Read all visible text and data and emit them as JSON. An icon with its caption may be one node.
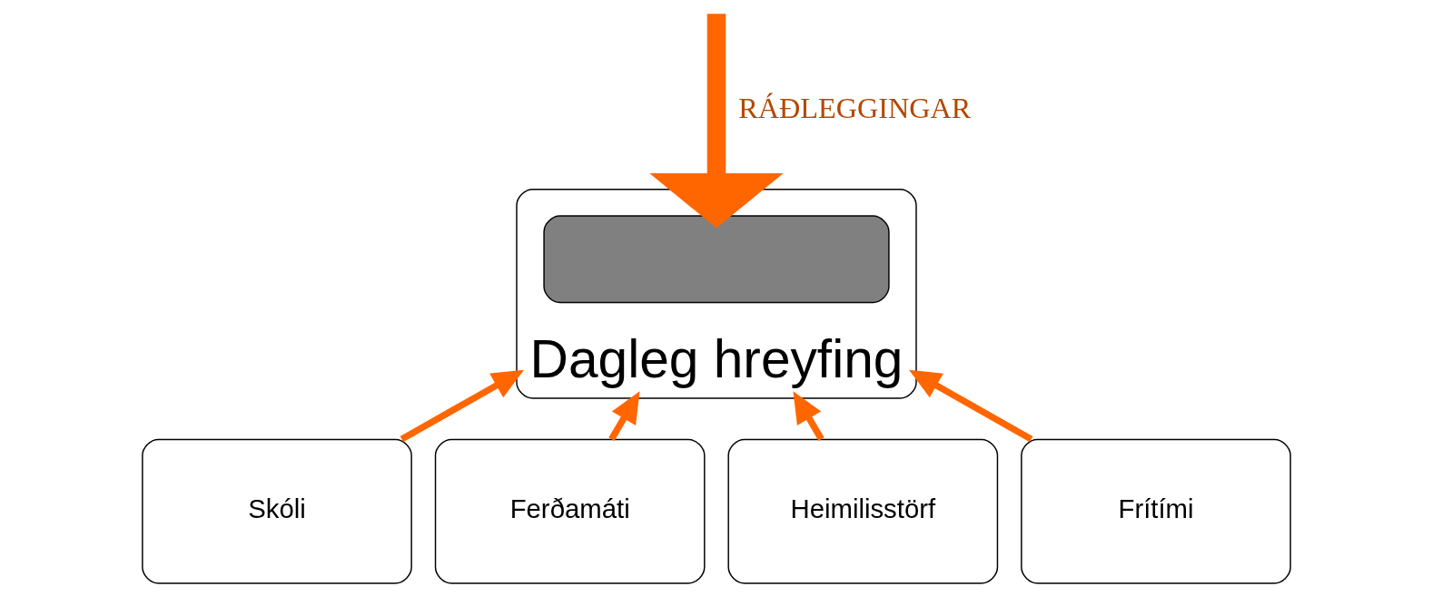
{
  "diagram": {
    "nodes": [
      {
        "text": [
          "Dagleg hreyfing"
        ]
      },
      {
        "text": [],
        "shape": "box",
        "in": 0
      },
      {
        "text": [
          "Skóli"
        ]
      },
      {
        "text": [
          "Ferðamáti"
        ]
      },
      {
        "text": [
          "Heimilisstörf"
        ]
      },
      {
        "text": [
          "Frítími"
        ]
      }
    ],
    "edges": [
      {
        "from": 2,
        "to": 0,
        "arrow": "to"
      },
      {
        "from": 3,
        "to": 0,
        "arrow": "to"
      },
      {
        "from": 4,
        "to": 0,
        "arrow": "to"
      },
      {
        "from": 5,
        "to": 0,
        "arrow": "to"
      },
      {
        "from": null,
        "to": 1,
        "arrow": "to",
        "label": "RÁÐLEGGINGAR",
        "style": "thick"
      }
    ]
  }
}
